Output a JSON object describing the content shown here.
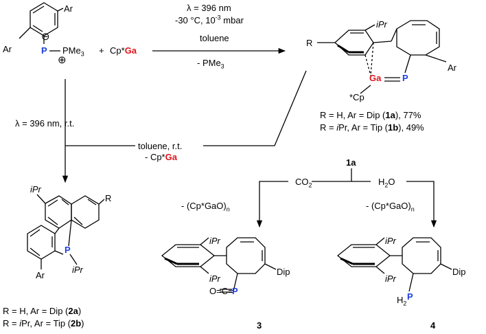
{
  "colors": {
    "ga": "#e0151b",
    "p": "#1d3fe0",
    "ink": "#000000"
  },
  "reactant": {
    "ar_top": "Ar",
    "ar_left": "Ar",
    "p": "P",
    "pme3": "PMe",
    "pme3_sub": "3",
    "minus": "⊖",
    "plus": "⊕",
    "plus_sign": "+",
    "cp_star": "Cp*",
    "ga": "Ga"
  },
  "top_arrow": {
    "line1": "λ = 396 nm",
    "line2_a": "-30 °C, 10",
    "line2_sup": "-3",
    "line2_b": " mbar",
    "line3": "toluene",
    "line4": "- PMe",
    "line4_sub": "3"
  },
  "product1": {
    "R": "R",
    "ipr": "iPr",
    "ar": "Ar",
    "ga": "Ga",
    "p": "P",
    "cp": "*Cp",
    "desc1_a": "R = H, Ar = Dip (",
    "desc1_b": "1a",
    "desc1_c": "), 77%",
    "desc2_a": "R = ",
    "desc2_ipr": "i",
    "desc2_pr": "Pr, Ar = Tip (",
    "desc2_b": "1b",
    "desc2_c": "), 49%",
    "label": "1a"
  },
  "left_arrow": {
    "cond": "λ = 396 nm, r.t."
  },
  "return_arrow": {
    "line1": "toluene, r.t.",
    "line2_a": "- Cp*",
    "line2_ga": "Ga"
  },
  "product2": {
    "ipr_top": "iPr",
    "R": "R",
    "p": "P",
    "ipr_p": "iPr",
    "ar": "Ar",
    "desc1_a": "R = H, Ar = Dip (",
    "desc1_b": "2a",
    "desc1_c": ")",
    "desc2_a": "R = ",
    "desc2_i": "i",
    "desc2_pr": "Pr, Ar = Tip (",
    "desc2_b": "2b",
    "desc2_c": ")"
  },
  "branch": {
    "co2": "CO",
    "co2_sub": "2",
    "h2o": "H",
    "h2o_sub": "2",
    "h2o_o": "O",
    "loss_left": "- (Cp*GaO)",
    "loss_left_sub": "n",
    "loss_right": "- (Cp*GaO)",
    "loss_right_sub": "n"
  },
  "product3": {
    "ipr_top": "iPr",
    "ipr_bot": "iPr",
    "dip": "Dip",
    "oc": "O=C=",
    "p": "P",
    "label": "3"
  },
  "product4": {
    "ipr_top": "iPr",
    "ipr_bot": "iPr",
    "dip": "Dip",
    "h2": "H",
    "h2_sub": "2",
    "p": "P",
    "label": "4"
  }
}
